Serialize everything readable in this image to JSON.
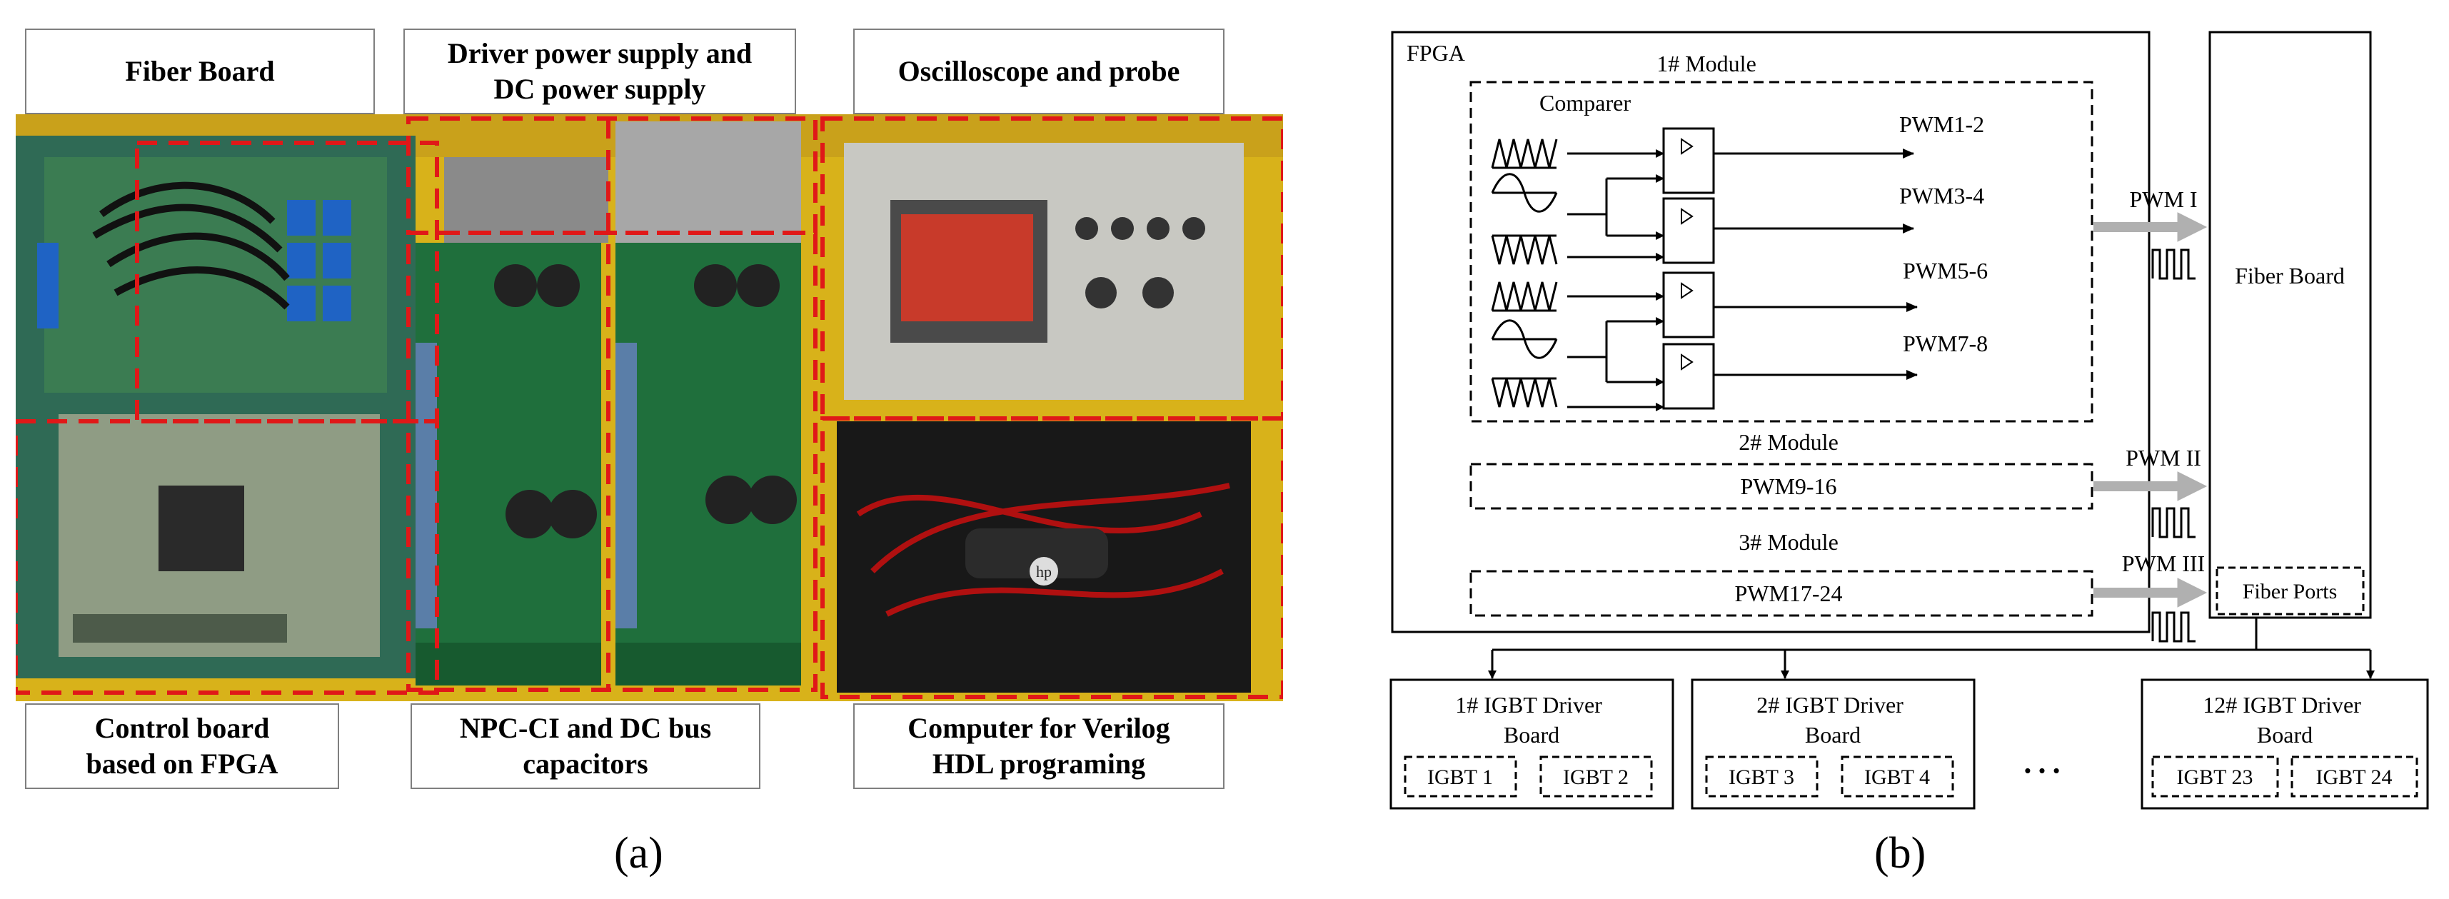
{
  "panel_a": {
    "labels": {
      "fiber_board": "Fiber Board",
      "power_supply": "Driver power supply and\nDC power supply",
      "oscilloscope": "Oscilloscope and probe",
      "control_board": "Control board\nbased on FPGA",
      "npc_ci": "NPC-CI and DC bus\ncapacitors",
      "computer": "Computer for Verilog\nHDL programing"
    },
    "caption": "(a)",
    "photo_brand": "hp"
  },
  "panel_b": {
    "fpga_label": "FPGA",
    "module1_label": "1# Module",
    "comparer_label": "Comparer",
    "pwm_outputs": [
      "PWM1-2",
      "PWM3-4",
      "PWM5-6",
      "PWM7-8"
    ],
    "module2_label": "2# Module",
    "module2_pwm": "PWM9-16",
    "module3_label": "3# Module",
    "module3_pwm": "PWM17-24",
    "pwm_groups": [
      "PWM I",
      "PWM II",
      "PWM III"
    ],
    "fiber_board": "Fiber Board",
    "fiber_ports": "Fiber Ports",
    "ellipsis": "…",
    "driver_boards": [
      {
        "title": "1# IGBT Driver\nBoard",
        "igbts": [
          "IGBT 1",
          "IGBT 2"
        ]
      },
      {
        "title": "2# IGBT Driver\nBoard",
        "igbts": [
          "IGBT 3",
          "IGBT 4"
        ]
      },
      {
        "title": "12# IGBT Driver\nBoard",
        "igbts": [
          "IGBT 23",
          "IGBT 24"
        ]
      }
    ],
    "caption": "(b)"
  },
  "colors": {
    "dashed_region": "#e01818",
    "label_border": "#7f7f7f",
    "pwm_arrow": "#b0b0b0"
  }
}
